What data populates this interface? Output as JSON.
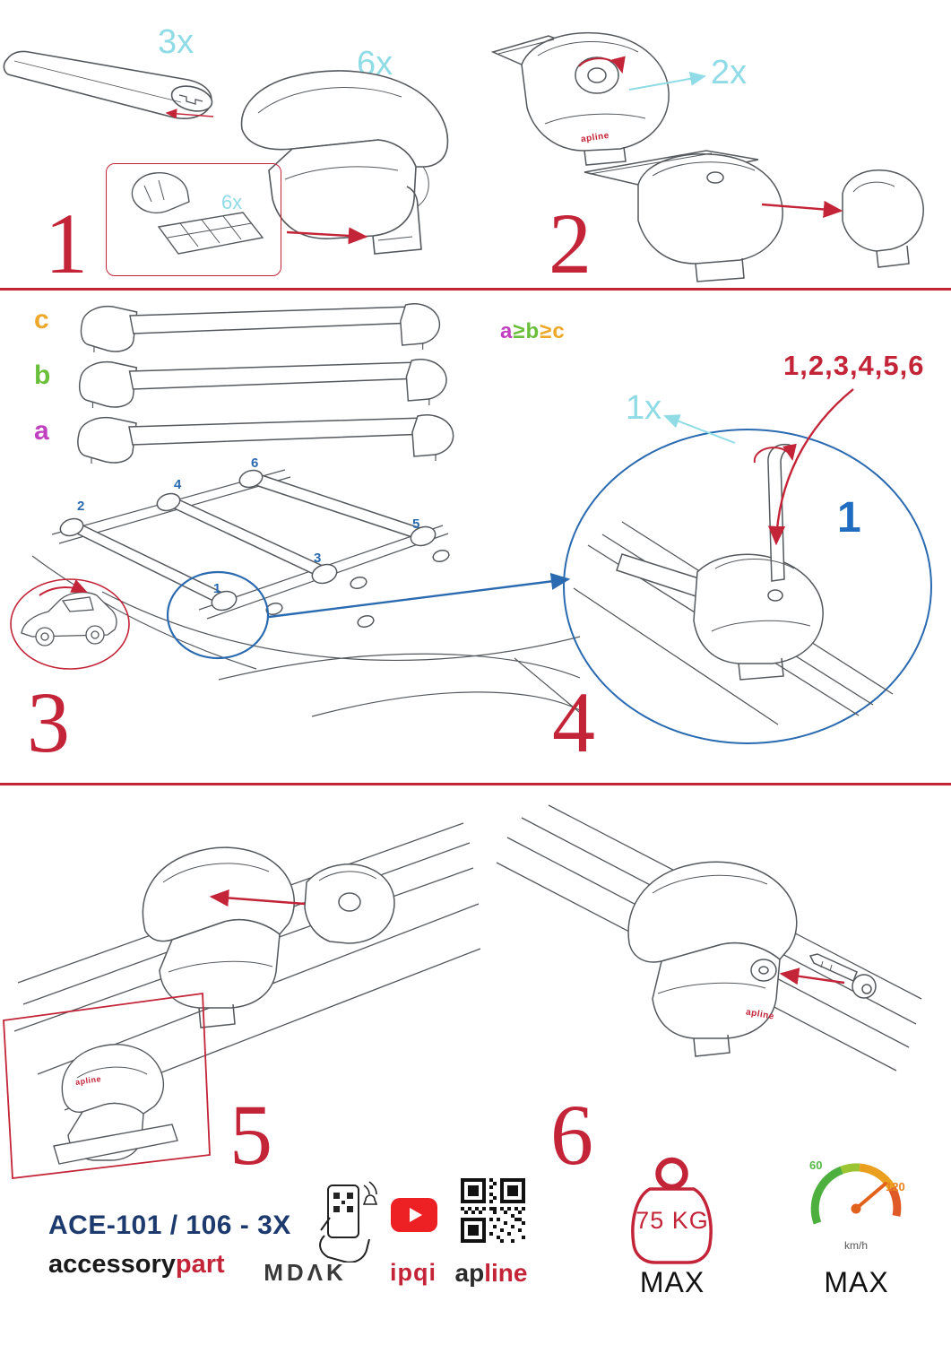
{
  "colors": {
    "red": "#c32438",
    "cyan": "#8fdbe6",
    "blue": "#2a6ab0",
    "navy": "#1d3a6e",
    "orange": "#eda82a",
    "green": "#6abf3a",
    "purple": "#c040c0"
  },
  "step1": {
    "number": "1",
    "bar_qty": "3x",
    "foot_qty": "6x",
    "pad_qty": "6x"
  },
  "step2": {
    "number": "2",
    "lock_qty": "2x"
  },
  "step3": {
    "number": "3",
    "size_c": "c",
    "size_b": "b",
    "size_a": "a",
    "rule_a": "a",
    "rule_ge1": "≥",
    "rule_b": "b",
    "rule_ge2": "≥",
    "rule_c": "c",
    "pos1": "1",
    "pos2": "2",
    "pos3": "3",
    "pos4": "4",
    "pos5": "5",
    "pos6": "6"
  },
  "step4": {
    "number": "4",
    "sequence": "1,2,3,4,5,6",
    "tool_qty": "1x",
    "highlight": "1"
  },
  "step5": {
    "number": "5"
  },
  "step6": {
    "number": "6"
  },
  "product_logo": "apline",
  "footer": {
    "code": "ACE-101 / 106 - 3X",
    "brand_black": "accessory",
    "brand_red": "part",
    "mdak": "MDΛK",
    "ipqi": "ipqi",
    "apline_ap": "ap",
    "apline_line": "line",
    "weight": "75 KG",
    "weight_max": "MAX",
    "speed_low": "60",
    "speed_high": "120",
    "speed_unit": "km/h",
    "speed_max": "MAX"
  }
}
